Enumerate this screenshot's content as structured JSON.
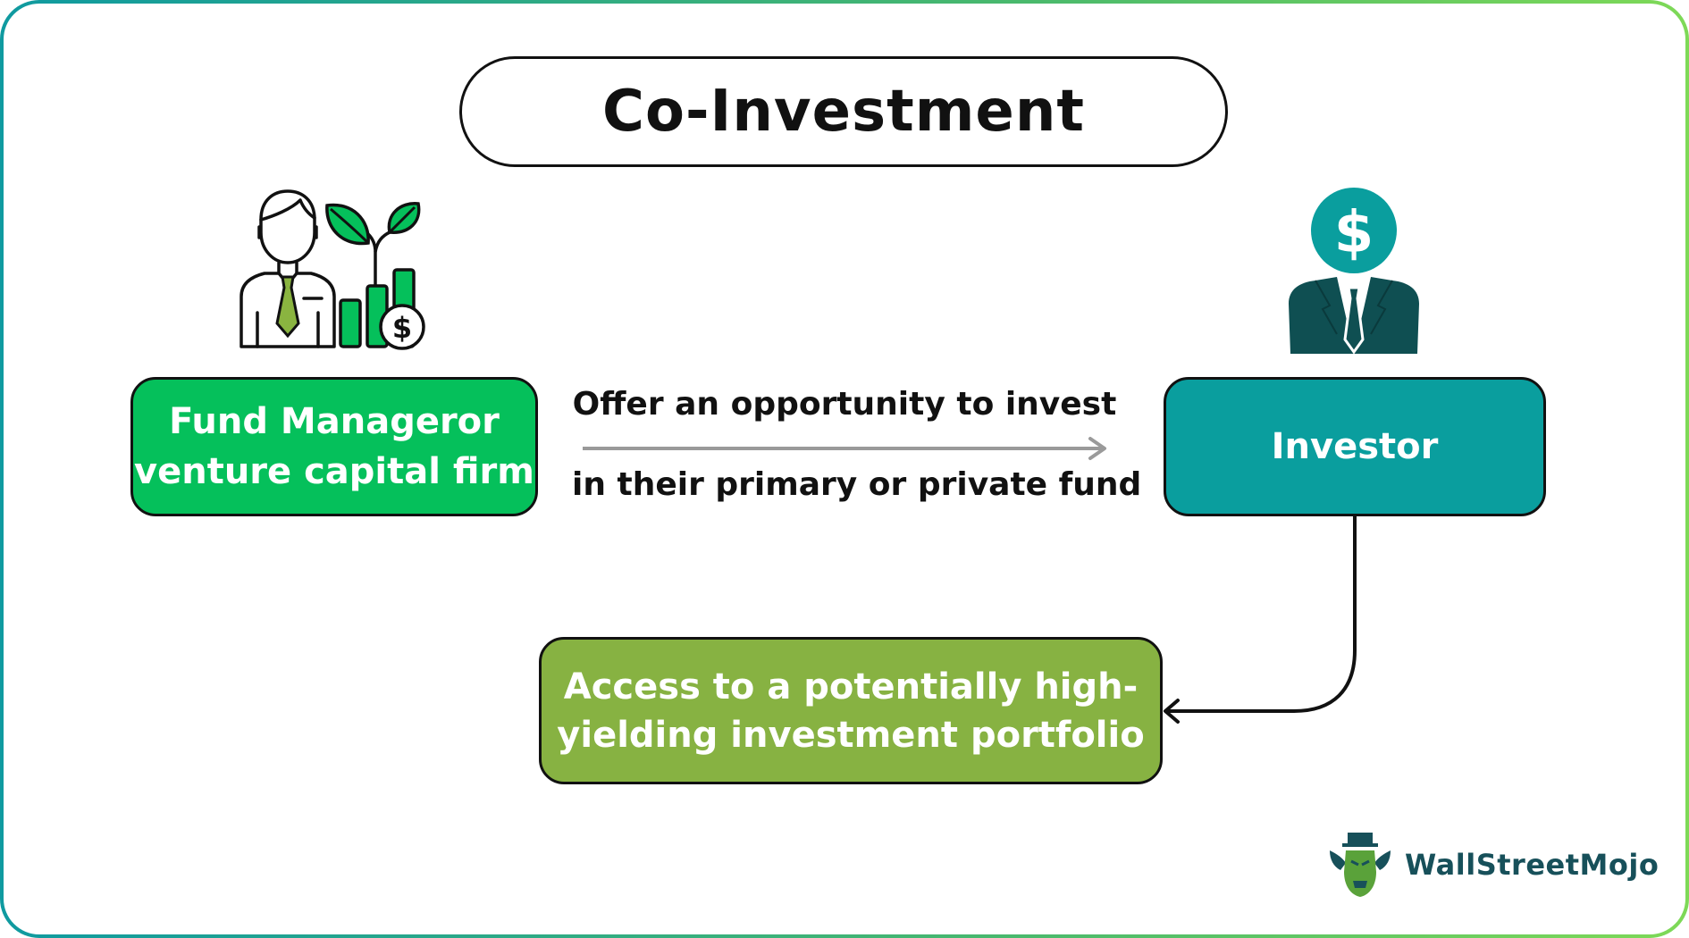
{
  "title": "Co-Investment",
  "nodes": {
    "fund_manager": "Fund Manageror\nventure capital firm",
    "investor": "Investor",
    "access": "Access to a potentially high-\nyielding investment portfolio"
  },
  "flow": {
    "line1": "Offer an opportunity to invest",
    "line2": "in their primary or private fund"
  },
  "brand": "WallStreetMojo",
  "colors": {
    "fund_box": "#05c05b",
    "investor_box": "#0a9e9e",
    "access_box": "#87b242",
    "dark_teal": "#0f4f52"
  },
  "icons": {
    "fund_manager": "manager-growth-icon",
    "investor": "investor-dollar-head-icon",
    "brand": "wallstreetmojo-logo-icon"
  }
}
